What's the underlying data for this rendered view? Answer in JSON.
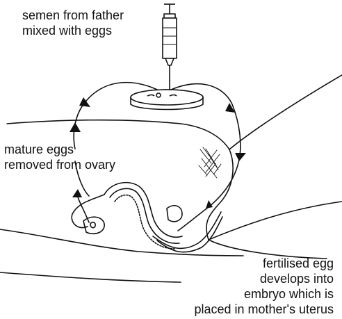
{
  "labels": {
    "semen": [
      "semen from father",
      "mixed with eggs"
    ],
    "eggs": [
      "mature eggs",
      "removed from ovary"
    ],
    "fertilised": [
      "fertilised egg",
      "develops into",
      "embryo which is",
      "placed in mother's uterus"
    ]
  },
  "icons": [
    "syringe-icon",
    "petri-dish-icon",
    "cycle-arrow-icon"
  ],
  "colors": {
    "ink": "#111111",
    "paper": "#ffffff"
  }
}
